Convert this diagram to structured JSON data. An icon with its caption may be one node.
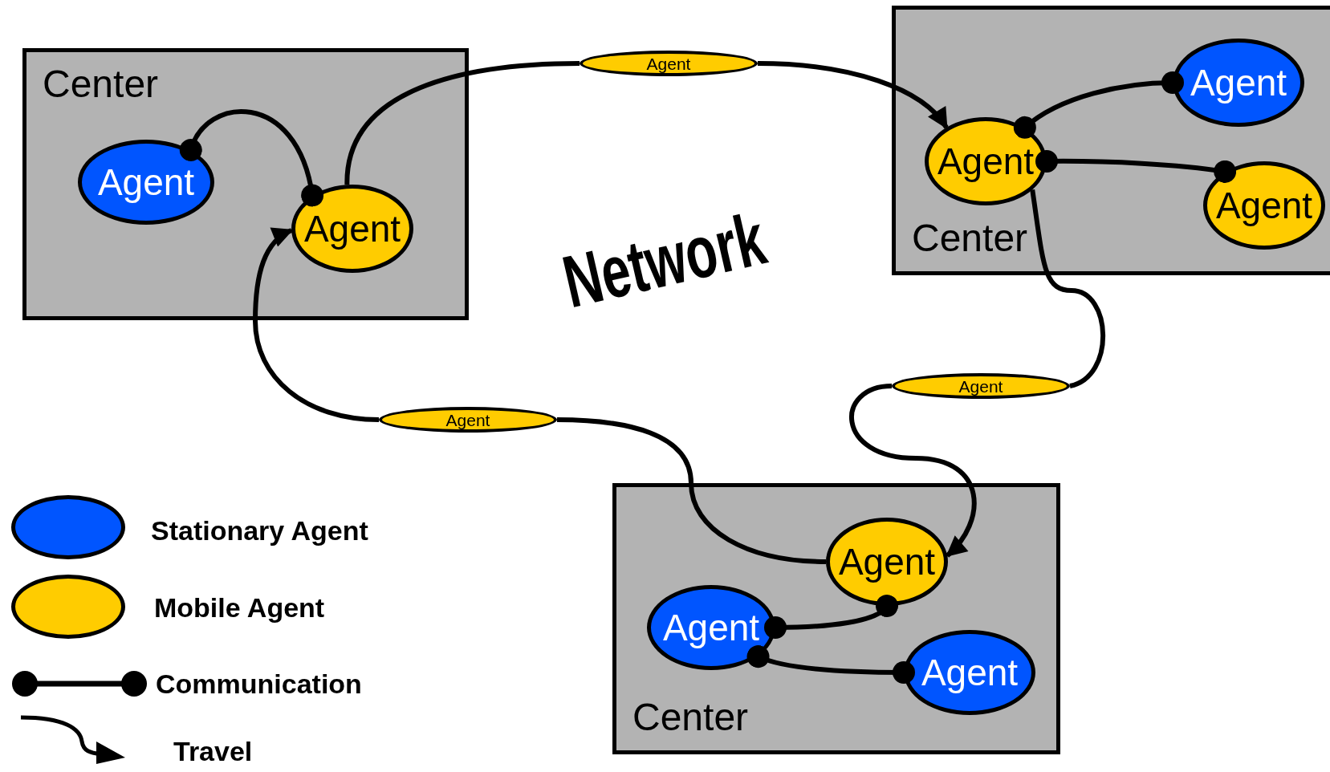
{
  "diagram": {
    "nodes": [
      {
        "text": [
          "Center"
        ]
      },
      {
        "text": [
          "Agent"
        ],
        "in": 0
      },
      {
        "text": [
          "Agent"
        ],
        "in": 0
      },
      {
        "text": [
          "Center"
        ]
      },
      {
        "text": [
          "Agent"
        ],
        "in": 3
      },
      {
        "text": [
          "Agent"
        ],
        "in": 3
      },
      {
        "text": [
          "Agent"
        ],
        "in": 3
      },
      {
        "text": [
          "Center"
        ]
      },
      {
        "text": [
          "Agent"
        ],
        "in": 7
      },
      {
        "text": [
          "Agent"
        ],
        "in": 7
      },
      {
        "text": [
          "Agent"
        ],
        "in": 7
      },
      {
        "text": [
          "Agent"
        ]
      },
      {
        "text": [
          "Agent"
        ]
      },
      {
        "text": [
          "Agent"
        ]
      }
    ],
    "edges": [
      {
        "from": 1,
        "to": 2,
        "arrow": "other"
      },
      {
        "from": 4,
        "to": 5,
        "arrow": "other"
      },
      {
        "from": 4,
        "to": 6,
        "arrow": "other"
      },
      {
        "from": 8,
        "to": 9,
        "arrow": "other"
      },
      {
        "from": 9,
        "to": 10,
        "arrow": "other"
      },
      {
        "from": 2,
        "to": 11,
        "arrow": "none"
      },
      {
        "from": 11,
        "to": 4,
        "arrow": "to"
      },
      {
        "from": 4,
        "to": 12,
        "arrow": "none"
      },
      {
        "from": 12,
        "to": 8,
        "arrow": "to"
      },
      {
        "from": 8,
        "to": 13,
        "arrow": "none"
      },
      {
        "from": 13,
        "to": 2,
        "arrow": "to"
      }
    ],
    "labels": [
      "Network"
    ],
    "legend": [
      {
        "text": "Stationary Agent",
        "color": "#0055ff"
      },
      {
        "text": "Mobile Agent",
        "color": "#ffcc00"
      },
      {
        "text": "Communication"
      },
      {
        "text": "Travel"
      }
    ]
  }
}
